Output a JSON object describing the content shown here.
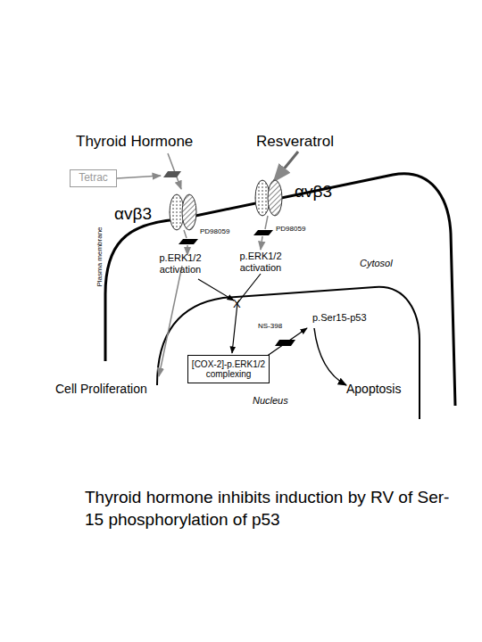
{
  "diagram": {
    "caption": "Thyroid hormone inhibits induction by RV of Ser-15 phosphorylation of p53",
    "nodes": [
      {
        "text": [
          "Tetrac"
        ]
      },
      {
        "text": [
          "[COX-2]-p.ERK1/2 complexing"
        ]
      }
    ],
    "labels": [
      "Thyroid Hormone",
      "Resveratrol",
      "αvβ3",
      "αvβ3",
      "PD98059",
      "PD98059",
      "p.ERK1/2 activation",
      "p.ERK1/2 activation",
      "Cytosol",
      "Plasma membrane",
      "X",
      "NS-398",
      "p.Ser15-p53",
      "Nucleus",
      "Cell Proliferation",
      "Apoptosis"
    ]
  }
}
